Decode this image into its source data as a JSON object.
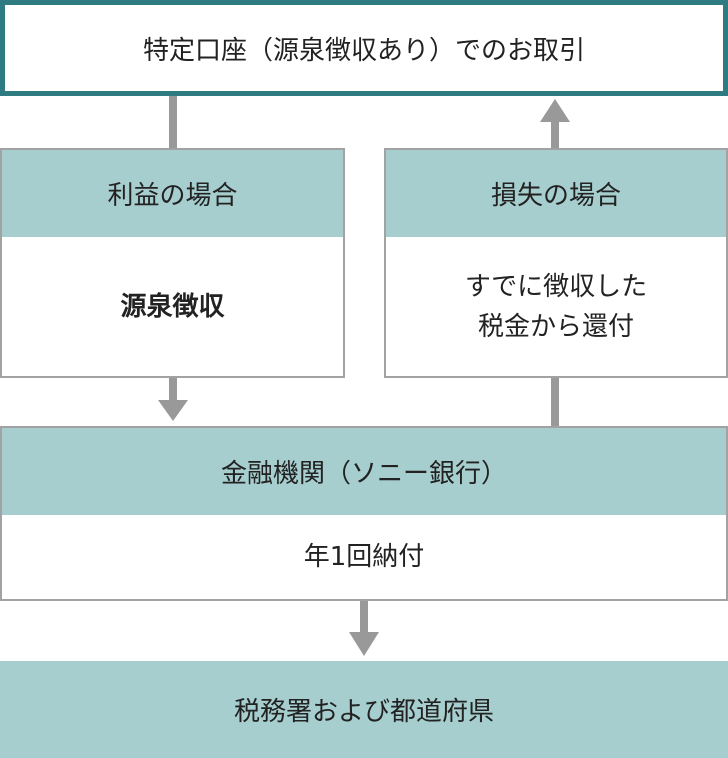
{
  "header": {
    "title": "特定口座（源泉徴収あり）でのお取引"
  },
  "profit_panel": {
    "heading": "利益の場合",
    "body": "源泉徴収"
  },
  "loss_panel": {
    "heading": "損失の場合",
    "body_lines": [
      "すでに徴収した",
      "税金から還付"
    ]
  },
  "bank_panel": {
    "heading": "金融機関（ソニー銀行）",
    "body": "年1回納付"
  },
  "destination": {
    "label": "税務署および都道府県"
  }
}
